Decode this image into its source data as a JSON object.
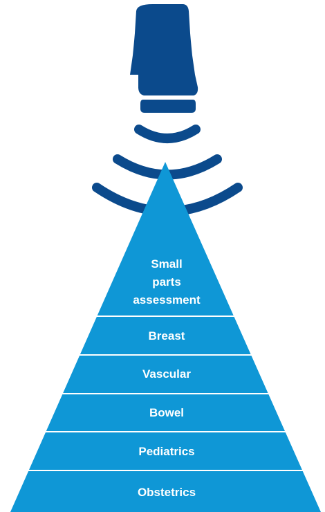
{
  "colors": {
    "probe": "#0b4a8c",
    "waves": "#0b4a8c",
    "pyramid": "#0f97d6",
    "divider": "#ffffff",
    "label": "#ffffff"
  },
  "icons": {
    "probe": "ultrasound-probe-icon",
    "waves": "sound-waves-icon"
  },
  "pyramid": {
    "levels": [
      {
        "lines": [
          "Small",
          "parts",
          "assessment"
        ]
      },
      {
        "lines": [
          "Breast"
        ]
      },
      {
        "lines": [
          "Vascular"
        ]
      },
      {
        "lines": [
          "Bowel"
        ]
      },
      {
        "lines": [
          "Pediatrics"
        ]
      },
      {
        "lines": [
          "Obstetrics"
        ]
      }
    ]
  }
}
